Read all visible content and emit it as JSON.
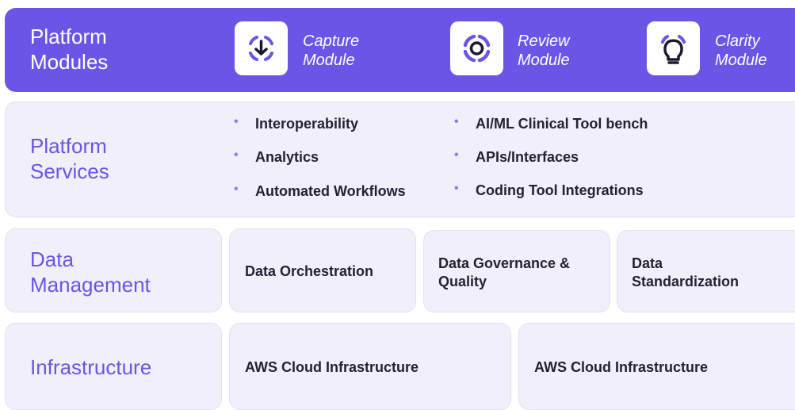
{
  "modules": {
    "title": "Platform\nModules",
    "items": [
      {
        "label": "Capture\nModule",
        "icon": "download-arrow-icon"
      },
      {
        "label": "Review\nModule",
        "icon": "target-ring-icon"
      },
      {
        "label": "Clarity\nModule",
        "icon": "lightbulb-icon"
      }
    ]
  },
  "services": {
    "title": "Platform\nServices",
    "left": [
      "Interoperability",
      "Analytics",
      "Automated Workflows"
    ],
    "right": [
      "AI/ML Clinical Tool bench",
      "APIs/Interfaces",
      "Coding Tool Integrations"
    ]
  },
  "data_management": {
    "title": "Data\nManagement",
    "cells": [
      "Data Orchestration",
      "Data Governance &\nQuality",
      "Data\nStandardization"
    ]
  },
  "infrastructure": {
    "title": "Infrastructure",
    "cells": [
      "AWS Cloud Infrastructure",
      "AWS Cloud Infrastructure"
    ]
  },
  "colors": {
    "primary": "#6a55e6",
    "card": "#f1eff9",
    "bullet": "#8d80ee"
  }
}
